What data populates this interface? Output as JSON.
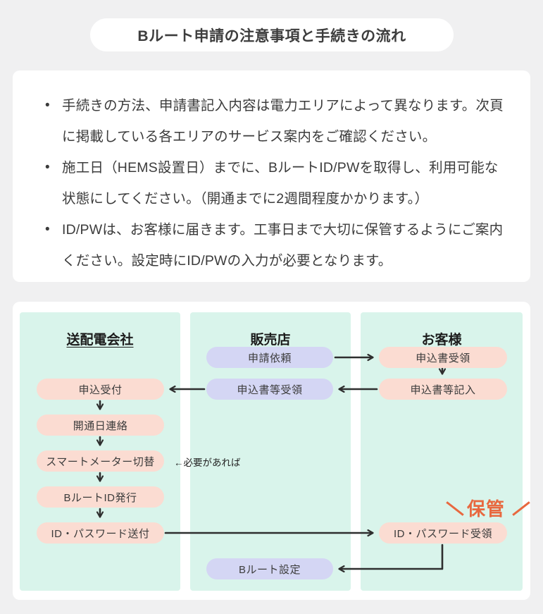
{
  "title": "Bルート申請の注意事項と手続きの流れ",
  "notes": {
    "bullet_char": "•",
    "items": [
      "手続きの方法、申請書記入内容は電力エリアによって異なります。次頁に掲載している各エリアのサービス案内をご確認ください。",
      "施工日（HEMS設置日）までに、BルートID/PWを取得し、利用可能な状態にしてください。（開通までに2週間程度かかります。）",
      "ID/PWは、お客様に届きます。工事日まで大切に保管するようにご案内ください。設定時にID/PWの入力が必要となります。"
    ]
  },
  "flow": {
    "columns": [
      {
        "label": "送配電会社"
      },
      {
        "label": "販売店"
      },
      {
        "label": "お客様"
      }
    ],
    "nodes": {
      "shinsei_irai": "申請依頼",
      "moshikomisho_juryo": "申込書受領",
      "moshikomisho_to_juryo": "申込書等受領",
      "moshikomisho_kinyu": "申込書等記入",
      "moshikomi_uketsuke": "申込受付",
      "kaitsubi_renraku": "開通日連絡",
      "smart_meter_kirikae": "スマートメーター切替",
      "broute_id_hakko": "BルートID発行",
      "id_pw_sofu": "ID・パスワード送付",
      "id_pw_juryo": "ID・パスワード受領",
      "broute_settei": "Bルート設定"
    },
    "conditional_note": "←必要があれば",
    "keep_label": "保管"
  },
  "colors": {
    "page_bg": "#f0f0f1",
    "card_bg": "#ffffff",
    "column_bg": "#d9f4eb",
    "pill_pink": "#fbdcd2",
    "pill_lavender": "#d4d6f4",
    "accent_orange": "#e8683f",
    "arrow": "#2e2e2e",
    "text": "#3b3b3b"
  }
}
